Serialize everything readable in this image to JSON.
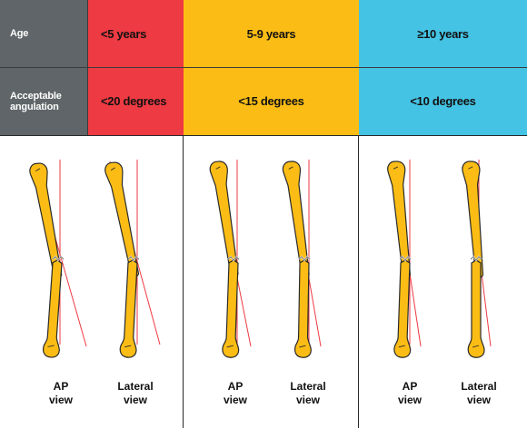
{
  "header": {
    "age_label": "Age",
    "angulation_label": "Acceptable angulation"
  },
  "groups": [
    {
      "age": "<5 years",
      "angulation": "<20 degrees",
      "color": "#ee3a42"
    },
    {
      "age": "5-9 years",
      "angulation": "<15 degrees",
      "color": "#fbbd15"
    },
    {
      "age": "≥10 years",
      "angulation": "<10 degrees",
      "color": "#44c3e4"
    }
  ],
  "views": {
    "ap_line1": "AP",
    "ap_line2": "view",
    "lateral_line1": "Lateral",
    "lateral_line2": "view"
  },
  "colors": {
    "header_gray": "#5f6568",
    "bone_fill": "#fbbd15",
    "bone_outline": "#2a2a2a",
    "reference_line": "#ee3a42"
  }
}
